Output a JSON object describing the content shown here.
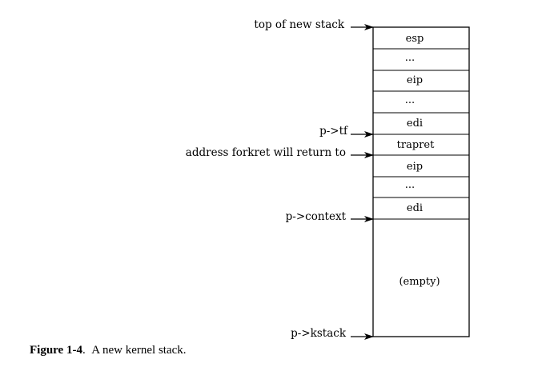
{
  "stack_cells": [
    "esp",
    "...",
    "eip",
    "...",
    "edi",
    "trapret",
    "eip",
    "...",
    "edi",
    "(empty)"
  ],
  "pointers": [
    "top of new stack",
    "p->tf",
    "address forkret will return to",
    "p->context",
    "p->kstack"
  ],
  "caption": {
    "figure_number": "Figure 1-4",
    "separator": ".",
    "text": "A new kernel stack."
  },
  "colors": {
    "line": "#000000",
    "background": "#ffffff"
  }
}
